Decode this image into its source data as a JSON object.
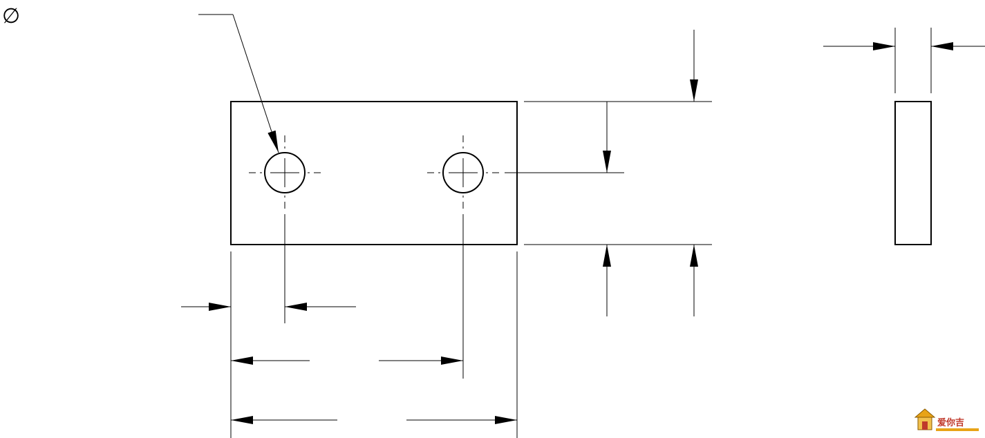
{
  "drawing": {
    "diameter_symbol": "∅",
    "line_color": "#000000",
    "background_color": "#ffffff",
    "centerline_style": "dash-dot",
    "views": [
      "front-view",
      "side-view"
    ],
    "hole_count": 2
  },
  "watermark": {
    "text": "爱你吉",
    "icon": "house-logo-icon",
    "colors": {
      "primary": "#e8a317",
      "secondary": "#c0392b"
    }
  }
}
